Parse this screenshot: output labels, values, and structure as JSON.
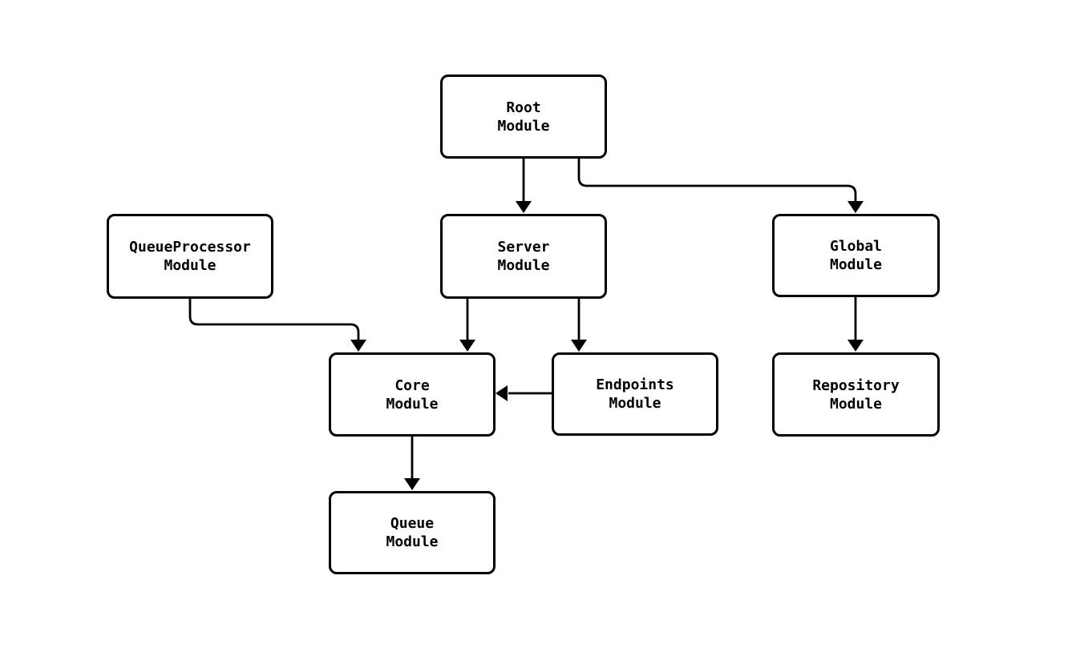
{
  "diagram": {
    "type": "flowchart",
    "background_color": "#ffffff",
    "node_fill_color": "#ffffff",
    "stroke_color": "#000000",
    "nodes": {
      "root": {
        "line1": "Root",
        "line2": "Module"
      },
      "queueprocessor": {
        "line1": "QueueProcessor",
        "line2": "Module"
      },
      "server": {
        "line1": "Server",
        "line2": "Module"
      },
      "global": {
        "line1": "Global",
        "line2": "Module"
      },
      "core": {
        "line1": "Core",
        "line2": "Module"
      },
      "endpoints": {
        "line1": "Endpoints",
        "line2": "Module"
      },
      "repository": {
        "line1": "Repository",
        "line2": "Module"
      },
      "queue": {
        "line1": "Queue",
        "line2": "Module"
      }
    },
    "edges": [
      {
        "from": "root",
        "to": "server"
      },
      {
        "from": "root",
        "to": "global"
      },
      {
        "from": "queueprocessor",
        "to": "core"
      },
      {
        "from": "server",
        "to": "core"
      },
      {
        "from": "server",
        "to": "endpoints"
      },
      {
        "from": "endpoints",
        "to": "core"
      },
      {
        "from": "global",
        "to": "repository"
      },
      {
        "from": "core",
        "to": "queue"
      }
    ]
  }
}
